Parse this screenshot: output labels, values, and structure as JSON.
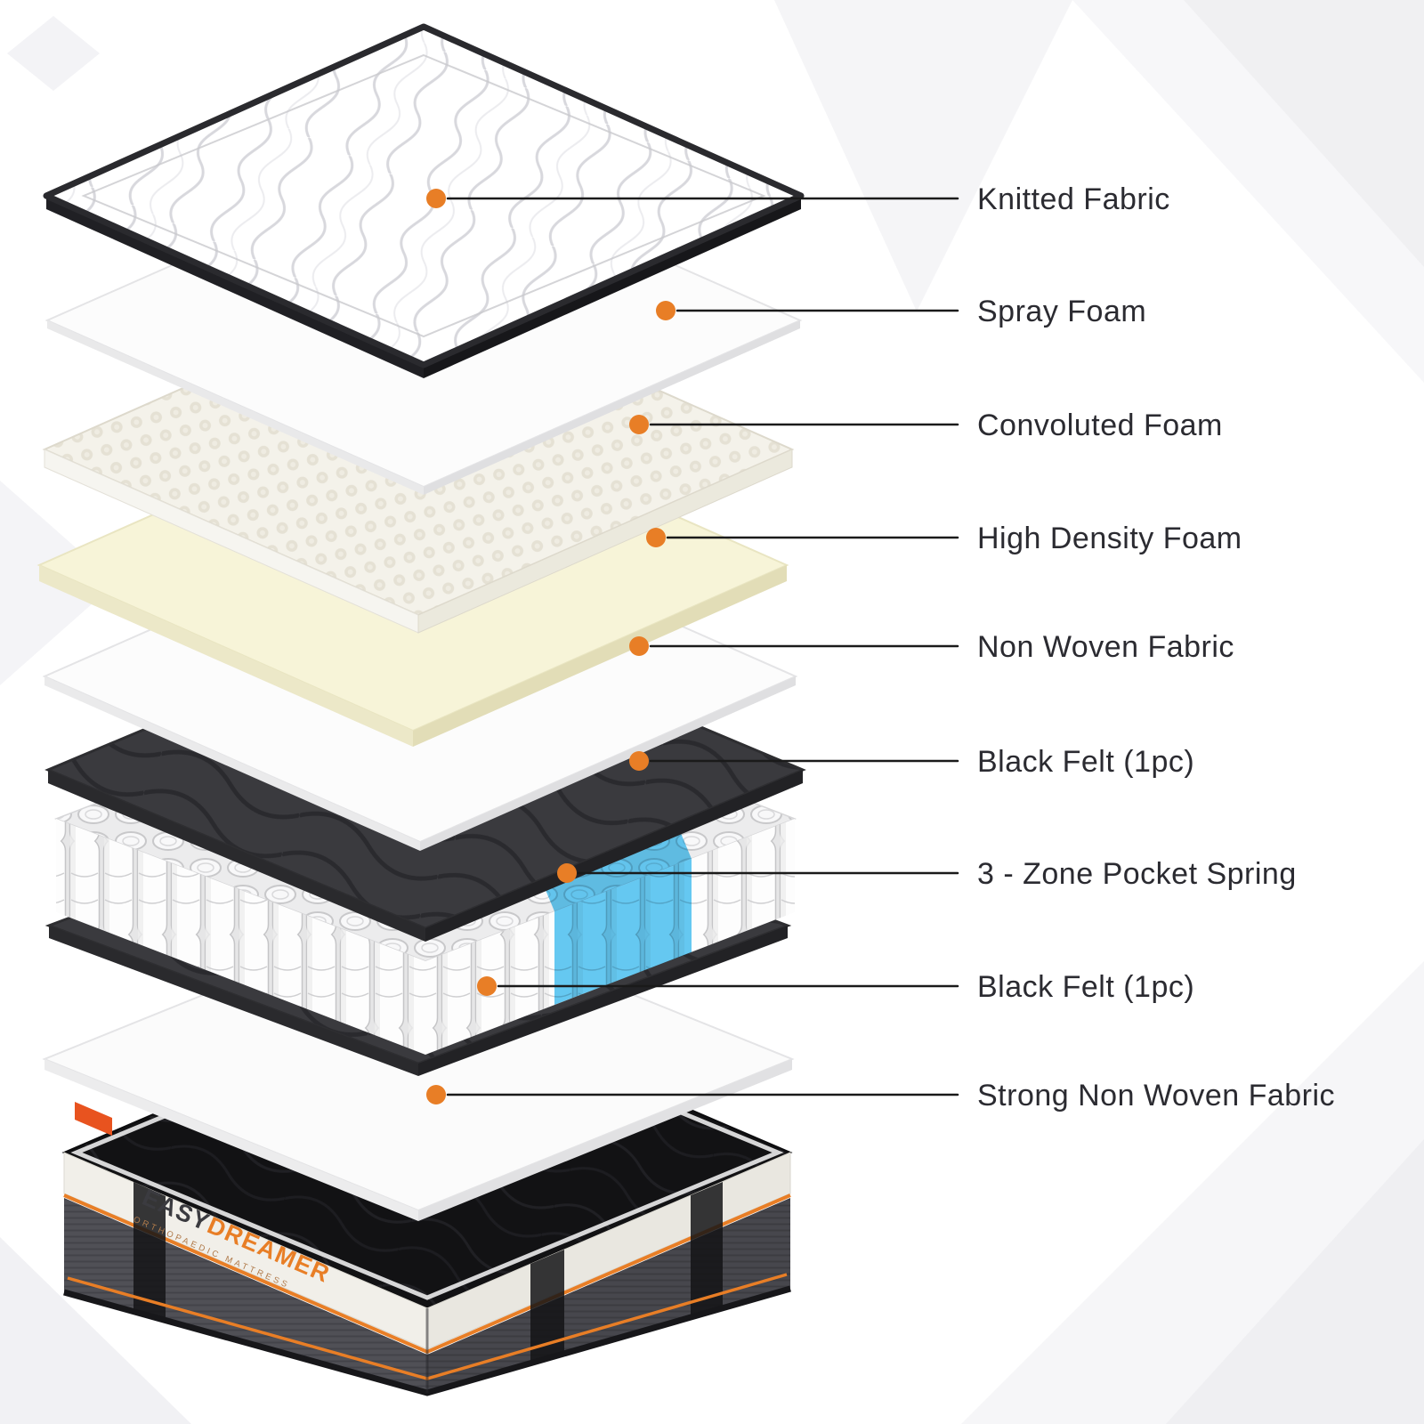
{
  "diagram_type": "mattress-layer-exploded-view",
  "callouts": {
    "items": [
      {
        "label": "Knitted Fabric"
      },
      {
        "label": "Spray Foam"
      },
      {
        "label": "Convoluted Foam"
      },
      {
        "label": "High Density Foam"
      },
      {
        "label": "Non Woven Fabric"
      },
      {
        "label": "Black Felt (1pc)"
      },
      {
        "label": "3 - Zone Pocket Spring"
      },
      {
        "label": "Black Felt (1pc)"
      },
      {
        "label": "Strong Non Woven Fabric"
      }
    ]
  },
  "mattress": {
    "brand_primary": "EASY",
    "brand_secondary": "DREAMER",
    "brand_subtitle": "ORTHOPAEDIC MATTRESS"
  },
  "colors": {
    "accent": "#E87E26",
    "callout_line": "#1A1A1A",
    "label_text": "#2B2B31",
    "spring_zone_blue": "#3FBDF0",
    "high_density_foam": "#F7F4D8",
    "felt_dark": "#3A3A3E"
  }
}
